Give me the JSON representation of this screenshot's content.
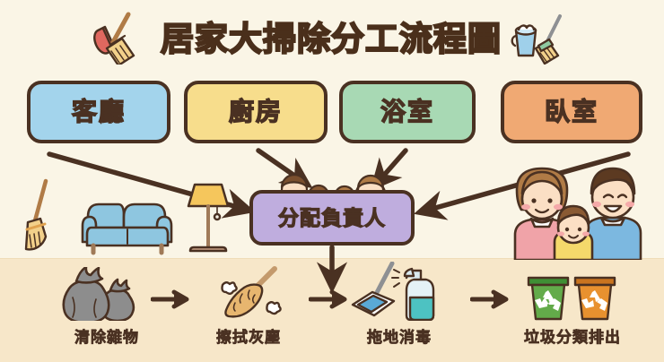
{
  "title": {
    "text": "居家大掃除分工流程圖",
    "left_icon": "dustpan-broom-icon",
    "right_icon": "bucket-broom-icon"
  },
  "colors": {
    "background": "#faf5e6",
    "bottom_band": "#f7e7c9",
    "ink": "#4a3122",
    "room_living": "#a3d4ec",
    "room_kitchen": "#f7dd8c",
    "room_bath": "#a8d9b4",
    "room_bedroom": "#f0a973",
    "assign_box": "#bfadde",
    "recycle_green": "#63ab4a",
    "recycle_orange": "#e8912f"
  },
  "rooms": [
    {
      "label": "客廳",
      "icon": "living-room-box-icon",
      "color": "#a3d4ec"
    },
    {
      "label": "廚房",
      "icon": "kitchen-box-icon",
      "color": "#f7dd8c"
    },
    {
      "label": "浴室",
      "icon": "bathroom-box-icon",
      "color": "#a8d9b4"
    },
    {
      "label": "臥室",
      "icon": "bedroom-box-icon",
      "color": "#f0a973"
    }
  ],
  "assign": {
    "label": "分配負責人",
    "icon": "family-faces-icon",
    "faces_count": 4
  },
  "steps": [
    {
      "label": "清除雜物",
      "icon": "trash-bags-icon"
    },
    {
      "label": "擦拭灰塵",
      "icon": "feather-duster-icon"
    },
    {
      "label": "拖地消毒",
      "icon": "mop-spray-bottle-icon"
    },
    {
      "label": "垃圾分類排出",
      "icon": "recycle-bins-icon"
    }
  ],
  "step_connectors": [
    {
      "icon": "arrow-right-icon"
    },
    {
      "icon": "arrow-right-icon"
    },
    {
      "icon": "arrow-right-icon"
    }
  ],
  "flow_arrows": [
    {
      "from": "客廳",
      "to": "分配負責人",
      "icon": "arrow-diagonal-icon"
    },
    {
      "from": "廚房",
      "to": "分配負責人",
      "icon": "arrow-diagonal-icon"
    },
    {
      "from": "浴室",
      "to": "分配負責人",
      "icon": "arrow-diagonal-icon"
    },
    {
      "from": "臥室",
      "to": "分配負責人",
      "icon": "arrow-diagonal-icon"
    },
    {
      "from": "分配負責人",
      "to": "清除雜物",
      "icon": "arrow-down-icon"
    }
  ],
  "decorations": [
    {
      "icon": "broom-icon",
      "position": "left"
    },
    {
      "icon": "sofa-icon",
      "position": "left"
    },
    {
      "icon": "floor-lamp-icon",
      "position": "left"
    },
    {
      "icon": "family-trio-icon",
      "position": "right"
    }
  ]
}
